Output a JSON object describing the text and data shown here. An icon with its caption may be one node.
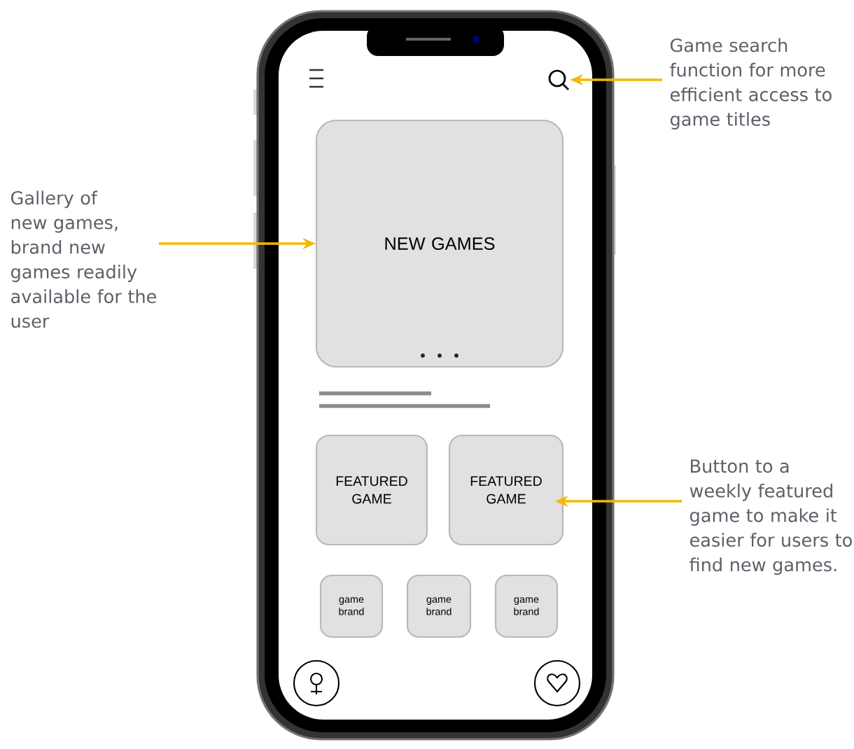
{
  "diagram": {
    "nodes": [
      {
        "text": [],
        "shape": "picture"
      },
      {
        "text": [
          "Game search function for more efficient access to game titles"
        ]
      },
      {
        "text": [
          "Gallery of new games, brand new games readily available for the user"
        ]
      },
      {
        "text": [
          "NEW GAMES"
        ]
      },
      {
        "text": [
          "FEATURED GAME"
        ]
      },
      {
        "text": [
          "FEATURED GAME"
        ]
      },
      {
        "text": [
          "game brand"
        ]
      },
      {
        "text": [
          "game brand"
        ]
      },
      {
        "text": [
          "game brand"
        ]
      },
      {
        "text": [
          "Button to a weekly featured game to make it easier for users to find new games."
        ]
      }
    ],
    "edges": [
      {
        "from": 1,
        "to": 0,
        "arrow": "to"
      },
      {
        "from": 2,
        "to": 3,
        "arrow": "to"
      },
      {
        "from": 9,
        "to": 5,
        "arrow": "to"
      }
    ]
  }
}
